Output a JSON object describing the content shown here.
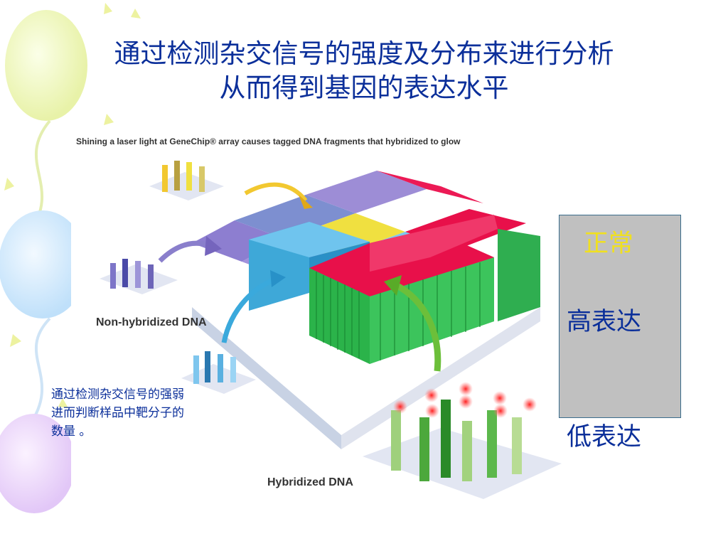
{
  "slide": {
    "title_line1": "通过检测杂交信号的强度及分布来进行分析",
    "title_line2": "从而得到基因的表达水平",
    "figure": {
      "caption": "Shining a laser light at GeneChip® array causes tagged DNA fragments that hybridized to glow",
      "label_non_hybridized": "Non-hybridized DNA",
      "label_hybridized": "Hybridized DNA"
    },
    "note": "通过检测杂交信号的强弱进而判断样品中靶分子的数量 。",
    "legend": {
      "normal": "正常",
      "high": "高表达",
      "low": "低表达"
    },
    "colors": {
      "title": "#0b2f9a",
      "normal": "#f0e020",
      "high_expression": "#e8104a",
      "low_expression": "#2bb34a",
      "legend_bg": "#c0c0c0"
    }
  }
}
